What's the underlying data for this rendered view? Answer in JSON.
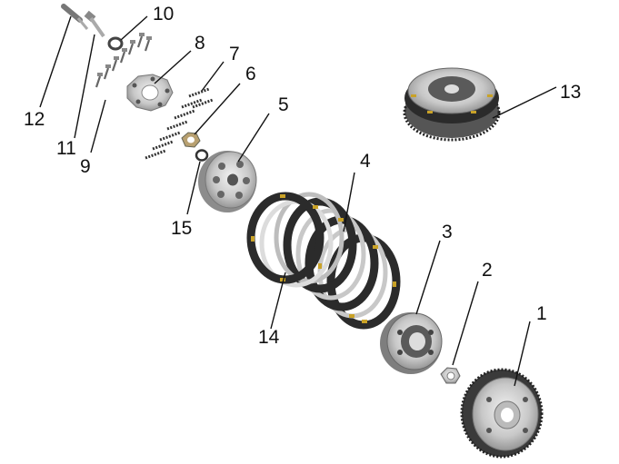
{
  "callouts": [
    "1",
    "2",
    "3",
    "4",
    "5",
    "6",
    "7",
    "8",
    "9",
    "10",
    "11",
    "12",
    "13",
    "14",
    "15"
  ],
  "colors": {
    "metal_light": "#d9d9d9",
    "metal_mid": "#a9a9a9",
    "metal_dark": "#555555",
    "friction_plate": "#2b2b2b",
    "friction_tab": "#c9a227"
  }
}
